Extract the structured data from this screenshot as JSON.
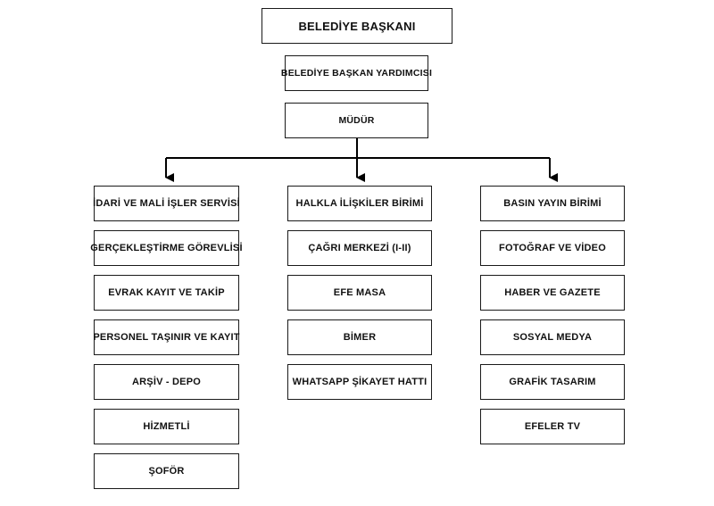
{
  "chart": {
    "root": "BELEDİYE BAŞKANI",
    "deputy": "BELEDİYE BAŞKAN YARDIMCISI",
    "director": "MÜDÜR",
    "columns": [
      {
        "items": [
          "İDARİ VE MALİ İŞLER SERVİSİ",
          "GERÇEKLEŞTİRME GÖREVLİSİ",
          "EVRAK KAYIT VE TAKİP",
          "PERSONEL TAŞINIR VE KAYIT",
          "ARŞİV - DEPO",
          "HİZMETLİ",
          "ŞOFÖR"
        ]
      },
      {
        "items": [
          "HALKLA İLİŞKİLER BİRİMİ",
          "ÇAĞRI MERKEZİ (I-II)",
          "EFE MASA",
          "BİMER",
          "WHATSAPP ŞİKAYET HATTI"
        ]
      },
      {
        "items": [
          "BASIN YAYIN BİRİMİ",
          "FOTOĞRAF VE VİDEO",
          "HABER VE GAZETE",
          "SOSYAL MEDYA",
          "GRAFİK TASARIM",
          "EFELER TV"
        ]
      }
    ]
  },
  "colors": {
    "line": "#000000",
    "border": "#1a1a1a",
    "text": "#111111"
  }
}
